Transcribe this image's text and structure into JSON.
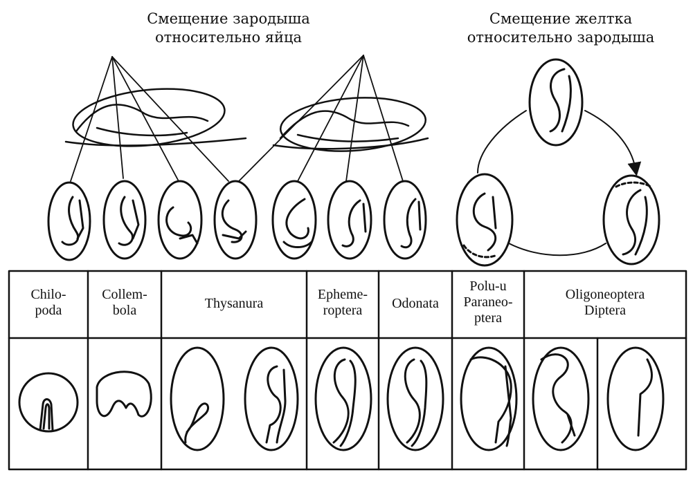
{
  "headers": {
    "left": [
      "Смещение зародыша",
      "относительно яйца"
    ],
    "right": [
      "Смещение желтка",
      "относительно зародыша"
    ]
  },
  "columns": [
    {
      "id": "chilopoda",
      "label": [
        "Chilo-",
        "poda"
      ]
    },
    {
      "id": "collembola",
      "label": [
        "Collem-",
        "bola"
      ]
    },
    {
      "id": "thysanura",
      "label": [
        "Thysanura"
      ]
    },
    {
      "id": "ephemeroptera",
      "label": [
        "Epheme-",
        "roptera"
      ]
    },
    {
      "id": "odonata",
      "label": [
        "Odonata"
      ]
    },
    {
      "id": "paraneoptera",
      "label": [
        "Polu-u",
        "Paraneo-",
        "ptera"
      ]
    },
    {
      "id": "oligoneoptera",
      "label": [
        "Oligoneoptera",
        "Diptera"
      ]
    }
  ]
}
